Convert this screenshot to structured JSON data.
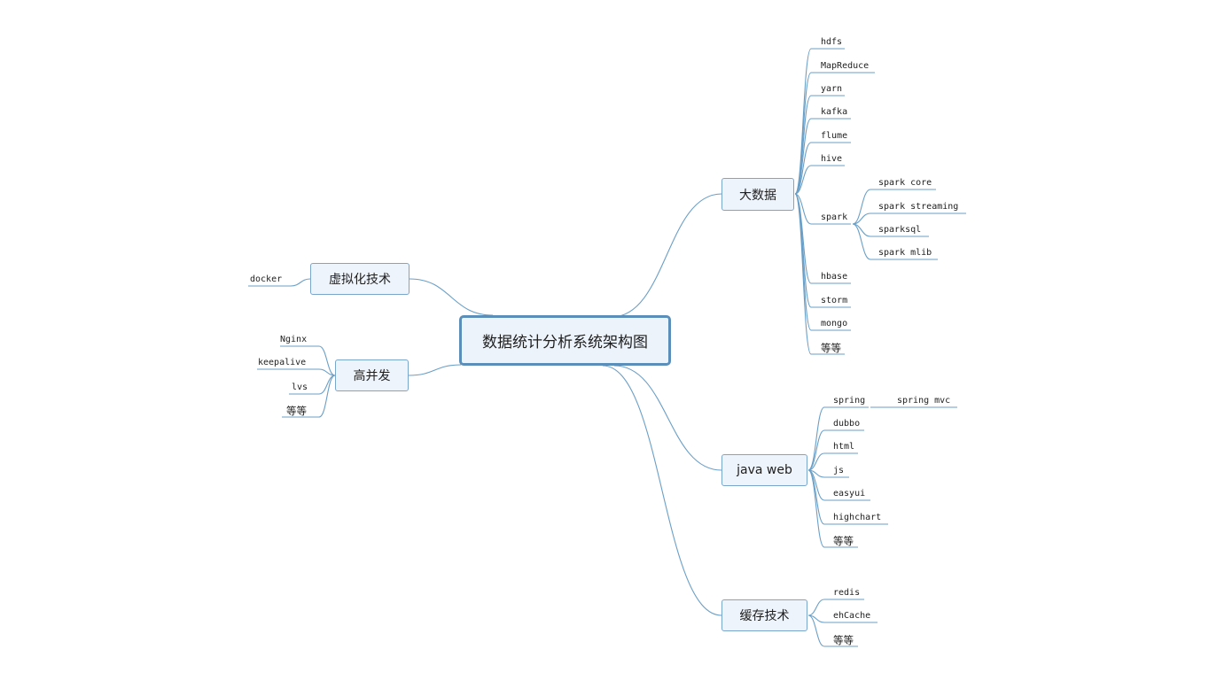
{
  "root": {
    "label": "数据统计分析系统架构图"
  },
  "branches": [
    {
      "id": "bigdata",
      "label": "大数据",
      "children": [
        {
          "label": "hdfs"
        },
        {
          "label": "MapReduce"
        },
        {
          "label": "yarn"
        },
        {
          "label": "kafka"
        },
        {
          "label": "flume"
        },
        {
          "label": "hive"
        },
        {
          "label": "spark",
          "children": [
            {
              "label": "spark core"
            },
            {
              "label": "spark streaming"
            },
            {
              "label": "sparksql"
            },
            {
              "label": "spark mlib"
            }
          ]
        },
        {
          "label": "hbase"
        },
        {
          "label": "storm"
        },
        {
          "label": "mongo"
        },
        {
          "label": "等等"
        }
      ]
    },
    {
      "id": "javaweb",
      "label": "java web",
      "children": [
        {
          "label": "spring",
          "children": [
            {
              "label": "spring mvc"
            }
          ]
        },
        {
          "label": "dubbo"
        },
        {
          "label": "html"
        },
        {
          "label": "js"
        },
        {
          "label": "easyui"
        },
        {
          "label": "highchart"
        },
        {
          "label": "等等"
        }
      ]
    },
    {
      "id": "cache",
      "label": "缓存技术",
      "children": [
        {
          "label": "redis"
        },
        {
          "label": "ehCache"
        },
        {
          "label": "等等"
        }
      ]
    },
    {
      "id": "virtual",
      "label": "虚拟化技术",
      "children": [
        {
          "label": "docker"
        }
      ]
    },
    {
      "id": "concurrency",
      "label": "高并发",
      "children": [
        {
          "label": "Nginx"
        },
        {
          "label": "keepalive"
        },
        {
          "label": "lvs"
        },
        {
          "label": "等等"
        }
      ]
    }
  ]
}
